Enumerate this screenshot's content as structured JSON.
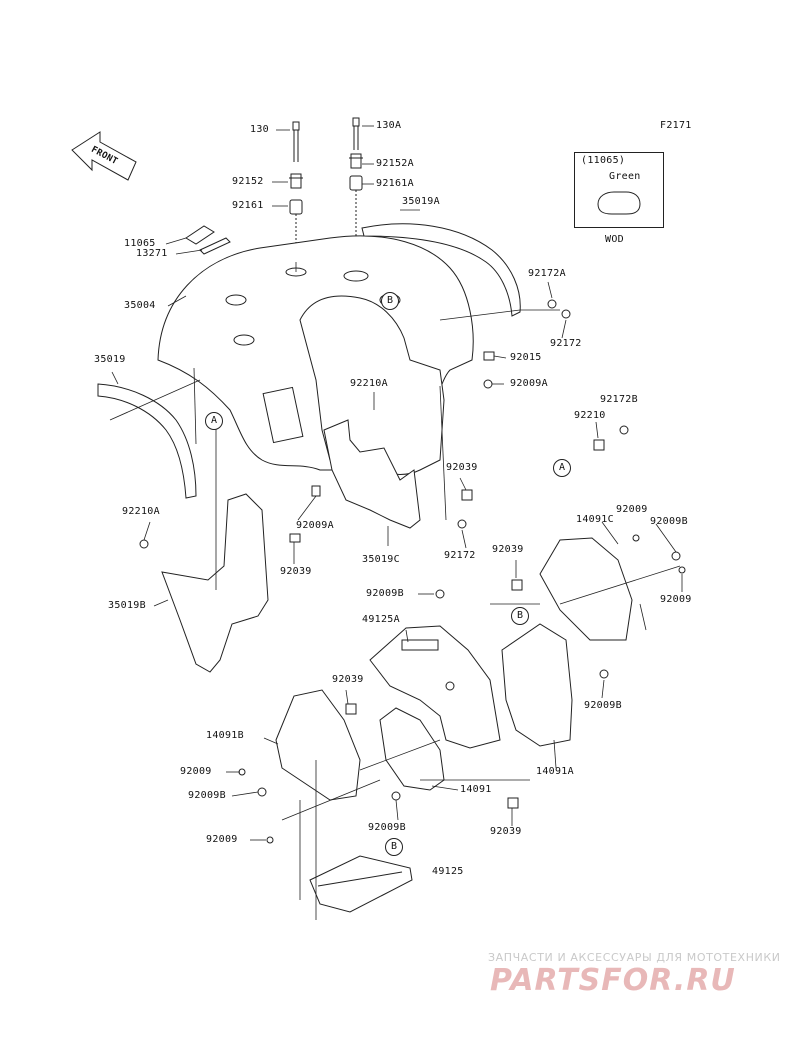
{
  "figure_code": "F2171",
  "front_label": "FRONT",
  "inset": {
    "part_ref": "(11065)",
    "color": "Green",
    "caption": "WOD"
  },
  "reference_markers": [
    "A",
    "A",
    "B",
    "B",
    "B"
  ],
  "labels": [
    "130",
    "130A",
    "92152",
    "92152A",
    "92161",
    "92161A",
    "11065",
    "13271",
    "35019A",
    "35004",
    "92172A",
    "92172",
    "92015",
    "35019",
    "92210A",
    "92009A",
    "92172B",
    "92210",
    "92039",
    "92210A",
    "92009A",
    "92039",
    "35019C",
    "92172",
    "35019B",
    "92009",
    "14091C",
    "92009B",
    "92039",
    "92009",
    "92009B",
    "49125A",
    "92009B",
    "92039",
    "14091B",
    "92009",
    "92009B",
    "14091",
    "14091A",
    "92009",
    "92009B",
    "92039",
    "49125"
  ],
  "watermark": {
    "line1": "ЗАПЧАСТИ И АКСЕССУАРЫ ДЛЯ МОТОТЕХНИКИ",
    "logo": "PARTSFOR.RU"
  },
  "colors": {
    "line": "#222222",
    "background": "#ffffff",
    "watermark_text": "#c9c9c9",
    "watermark_logo": "#e8b8b8"
  }
}
